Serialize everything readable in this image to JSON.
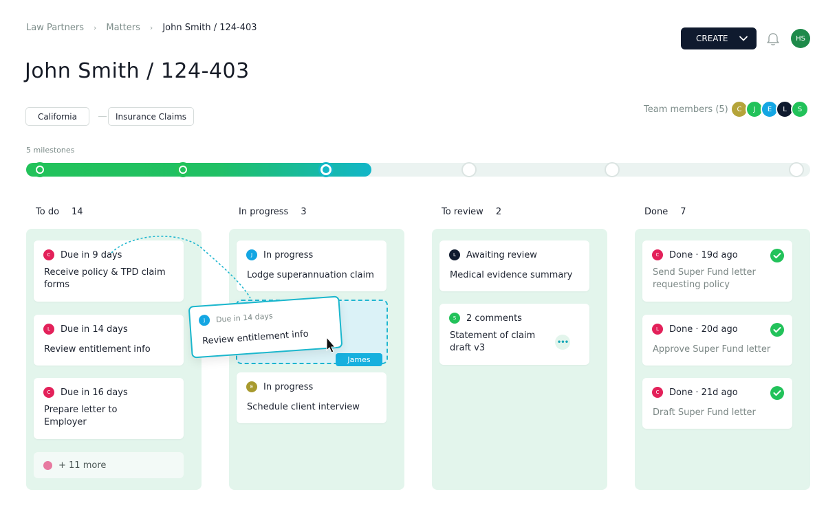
{
  "breadcrumb": [
    "Law Partners",
    "Matters",
    "John Smith / 124-403"
  ],
  "breadcrumb_separator": "›",
  "page_title": "John Smith / 124-403",
  "actions": {
    "create_label": "CREATE",
    "bell_icon": "bell-icon",
    "user_initials": "HS"
  },
  "tags": [
    "California",
    "Insurance Claims"
  ],
  "team": {
    "label": "Team members (5)",
    "members": [
      {
        "initial": "C",
        "color": "#b5a43a"
      },
      {
        "initial": "J",
        "color": "#22c25a"
      },
      {
        "initial": "E",
        "color": "#14a6e3"
      },
      {
        "initial": "L",
        "color": "#0f1a2e"
      },
      {
        "initial": "S",
        "color": "#22c25a"
      }
    ]
  },
  "milestones": {
    "label": "5 milestones",
    "total": 5,
    "completed": 2,
    "current_index": 2,
    "progress_fraction": 0.44
  },
  "columns": [
    {
      "title": "To do",
      "count": "14",
      "cards": [
        {
          "avatar": "C",
          "avatar_color": "#e3215a",
          "status": "Due in 9 days",
          "title": "Receive policy & TPD claim forms"
        },
        {
          "avatar": "L",
          "avatar_color": "#e3215a",
          "status": "Due in 14 days",
          "title": "Review entitlement info"
        },
        {
          "avatar": "C",
          "avatar_color": "#e3215a",
          "status": "Due in 16 days",
          "title": "Prepare letter to Employer"
        }
      ],
      "more": "+ 11 more"
    },
    {
      "title": "In progress",
      "count": "3",
      "cards": [
        {
          "avatar": "J",
          "avatar_color": "#14a6e3",
          "status": "In progress",
          "title": "Lodge superannuation claim"
        },
        {
          "avatar": "E",
          "avatar_color": "#a89a2e",
          "status": "In progress",
          "title": "Schedule client interview"
        }
      ]
    },
    {
      "title": "To review",
      "count": "2",
      "cards": [
        {
          "avatar": "L",
          "avatar_color": "#0f1a2e",
          "status": "Awaiting review",
          "title": "Medical evidence summary"
        },
        {
          "avatar": "S",
          "avatar_color": "#22c25a",
          "status": "2 comments",
          "title": "Statement of claim draft v3"
        }
      ]
    },
    {
      "title": "Done",
      "count": "7",
      "cards": [
        {
          "avatar": "C",
          "avatar_color": "#e3215a",
          "status": "Done · 19d ago",
          "title": "Send Super Fund letter requesting policy"
        },
        {
          "avatar": "L",
          "avatar_color": "#e3215a",
          "status": "Done · 20d ago",
          "title": "Approve Super Fund letter"
        },
        {
          "avatar": "C",
          "avatar_color": "#e3215a",
          "status": "Done · 21d ago",
          "title": "Draft Super Fund letter"
        }
      ]
    }
  ],
  "dragging": {
    "avatar": "J",
    "avatar_color": "#14a6e3",
    "status": "Due in 14 days",
    "title": "Review entitlement info",
    "drop_label": "James"
  }
}
